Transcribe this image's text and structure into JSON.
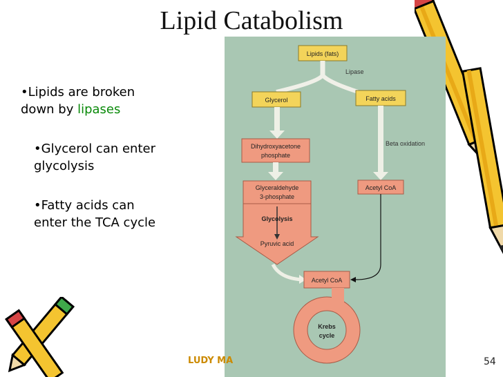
{
  "slide": {
    "title": "Lipid Catabolism",
    "bullets": {
      "b1_line1": "•Lipids are broken",
      "b1_line2_prefix": "down by ",
      "b1_line2_highlight": "lipases",
      "b2_line1": "•Glycerol can enter",
      "b2_line2": "glycolysis",
      "b3_line1": "•Fatty acids can",
      "b3_line2": "enter the TCA cycle"
    },
    "footer_author": "LUDY MA",
    "page_number": "54"
  },
  "figure": {
    "lipids": "Lipids (fats)",
    "lipase": "Lipase",
    "glycerol": "Glycerol",
    "fatty_acids": "Fatty acids",
    "beta_oxidation": "Beta oxidation",
    "dhap_line1": "Dihydroxyacetone",
    "dhap_line2": "phosphate",
    "g3p_line1": "Glyceraldehyde",
    "g3p_line2": "3-phosphate",
    "glycolysis": "Glycolysis",
    "pyruvic_acid": "Pyruvic acid",
    "acetyl_coa_right": "Acetyl CoA",
    "acetyl_coa_center": "Acetyl CoA",
    "krebs_line1": "Krebs",
    "krebs_line2": "cycle"
  },
  "colors": {
    "figure_bg": "#a9c7b3",
    "yellow_box": "#f3d45a",
    "salmon_box": "#ef9a80",
    "lipase_bg": "#eef0e6",
    "lipids_arrow": "#f0f0e8",
    "lipases_text": "#0a8a0a",
    "footer_text": "#cc8a00"
  }
}
